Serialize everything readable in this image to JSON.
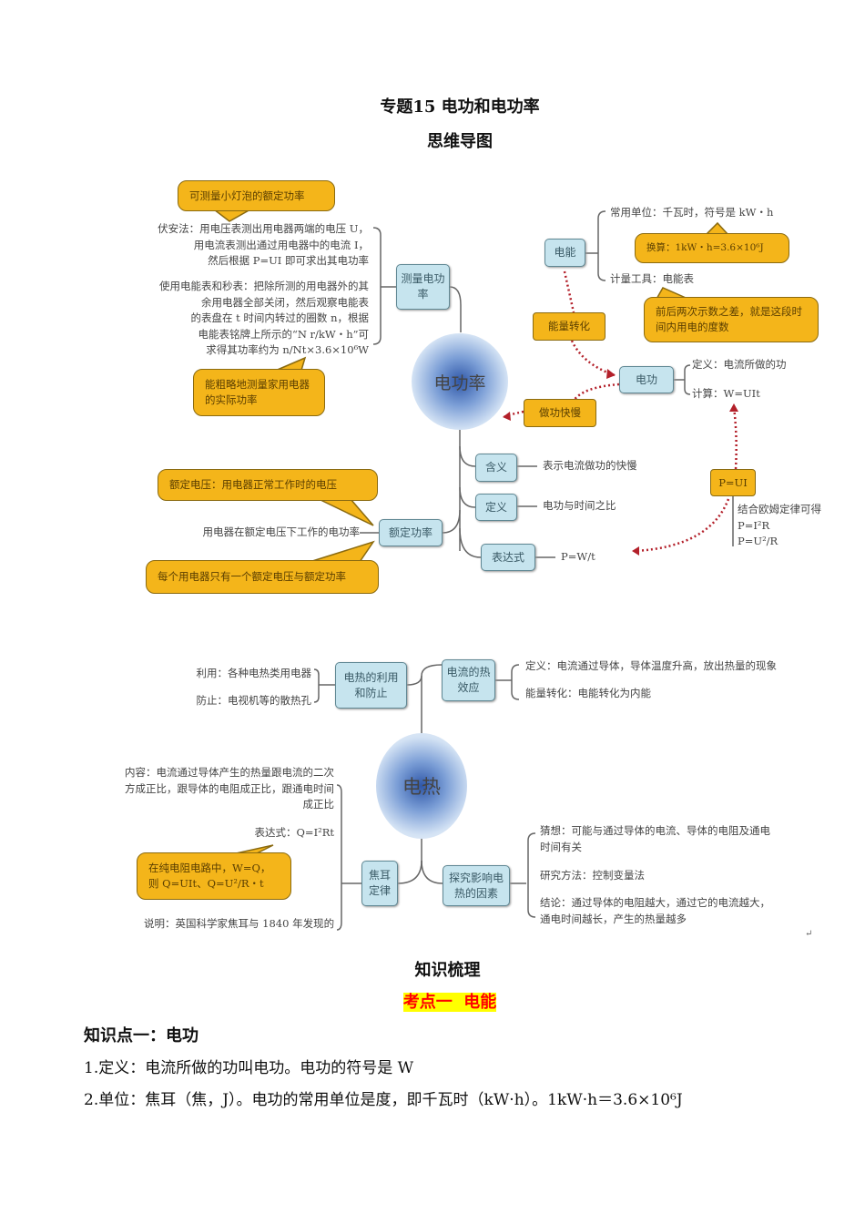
{
  "title": "专题15 电功和电功率",
  "subtitle": "思维导图",
  "map1": {
    "center": "电功率",
    "callout_bulb": "可测量小灯泡的额定功率",
    "voltammeter": [
      "伏安法：用电压表测出用电器两端的电压 U，",
      "用电流表测出通过用电器中的电流 I，",
      "然后根据 P=UI 即可求出其电功率"
    ],
    "meter_method": [
      "使用电能表和秒表：把除所测的用电器外的其",
      "余用电器全部关闭，然后观察电能表",
      "的表盘在 t 时间内转过的圈数 n，根据",
      "电能表铭牌上所示的“N r/kW・h”可",
      "求得其功率约为 n/Nt×3.6×10⁶W"
    ],
    "callout_home": "能粗略地测量家用电器的实际功率",
    "node_measure": "测量电功率",
    "node_energy": "电能",
    "energy_unit": "常用单位：千瓦时，符号是 kW・h",
    "callout_convert": "换算：1kW・h=3.6×10⁶J",
    "energy_tool": "计量工具：电能表",
    "callout_reading": "前后两次示数之差，就是这段时间内用电的度数",
    "energy_conversion": "能量转化",
    "node_work": "电功",
    "work_def": "定义：电流所做的功",
    "work_calc": "计算：W=UIt",
    "work_speed": "做功快慢",
    "pui": "P=UI",
    "ohm": [
      "结合欧姆定律可得",
      "P=I²R",
      "P=U²/R"
    ],
    "node_meaning": "含义",
    "meaning_text": "表示电流做功的快慢",
    "node_def": "定义",
    "def_text": "电功与时间之比",
    "node_expr": "表达式",
    "expr_text": "P=W/t",
    "node_rated": "额定功率",
    "rated_text": "用电器在额定电压下工作的电功率",
    "callout_rated_v": "额定电压：用电器正常工作时的电压",
    "callout_each": "每个用电器只有一个额定电压与额定功率"
  },
  "map2": {
    "center": "电热",
    "use": "利用：各种电热类用电器",
    "prevent": "防止：电视机等的散热孔",
    "node_use": "电热的利用和防止",
    "node_effect": "电流的热效应",
    "effect_def": "定义：电流通过导体，导体温度升高，放出热量的现象",
    "effect_energy": "能量转化：电能转化为内能",
    "content": [
      "内容：电流通过导体产生的热量跟电流的二次",
      "方成正比，跟导体的电阻成正比，跟通电时间",
      "成正比"
    ],
    "expr": "表达式：Q=I²Rt",
    "callout_pure": [
      "在纯电阻电路中，W=Q，",
      "则 Q=UIt、Q=U²/R・t"
    ],
    "note": "说明：英国科学家焦耳与 1840 年发现的",
    "node_joule": "焦耳定律",
    "node_explore": "探究影响电热的因素",
    "guess": [
      "猜想：可能与通过导体的电流、导体的电阻及通电",
      "时间有关"
    ],
    "method": "研究方法：控制变量法",
    "conclusion": [
      "结论：通过导体的电阻越大，通过它的电流越大，",
      "通电时间越长，产生的热量越多"
    ],
    "return_mark": "↵"
  },
  "section": {
    "heading": "知识梳理",
    "point_title": "考点一  电能",
    "knowledge_title": "知识点一：电功",
    "lines": [
      "1.定义：电流所做的功叫电功。电功的符号是 W",
      "2.单位：焦耳（焦，J）。电功的常用单位是度，即千瓦时（kW·h）。1kW·h＝3.6×10⁶J"
    ]
  },
  "colors": {
    "callout": "#f4b51a",
    "node": "#c6e4ee",
    "highlight": "#ffff00",
    "point_red": "#ff0000"
  }
}
